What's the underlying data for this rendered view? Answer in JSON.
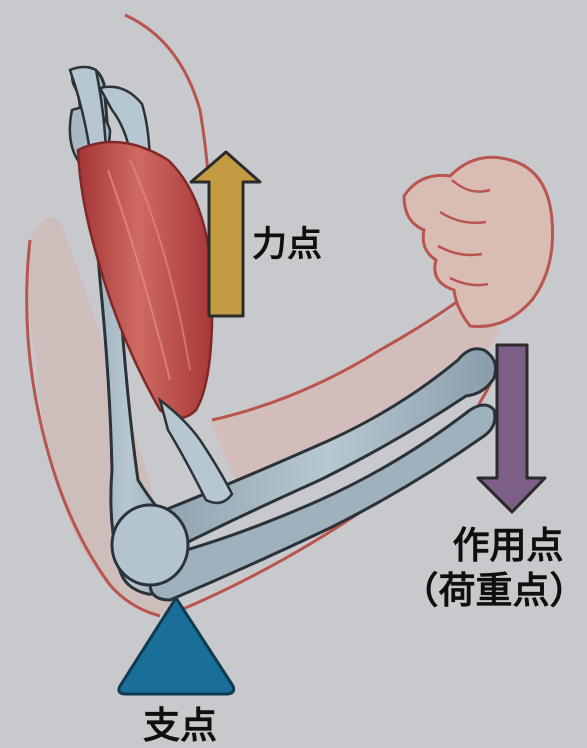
{
  "labels": {
    "effort": "力点",
    "load_line1": "作用点",
    "load_line2": "（荷重点）",
    "fulcrum": "支点"
  },
  "colors": {
    "background": "#c8c9cc",
    "skin_outline": "#b9554f",
    "skin_fill": "#dcb8b0",
    "bone": "#a6b8c4",
    "bone_shade": "#7f93a1",
    "bone_outline": "#2b3238",
    "muscle": "#c24745",
    "muscle_shade": "#9c3131",
    "effort_arrow": "#c39b43",
    "load_arrow": "#7d5e87",
    "fulcrum_triangle": "#1a6f98",
    "text": "#0f0f0f"
  },
  "icons": {
    "effort_arrow": "arrow-up-icon",
    "load_arrow": "arrow-down-icon",
    "fulcrum": "triangle-fulcrum-icon"
  }
}
